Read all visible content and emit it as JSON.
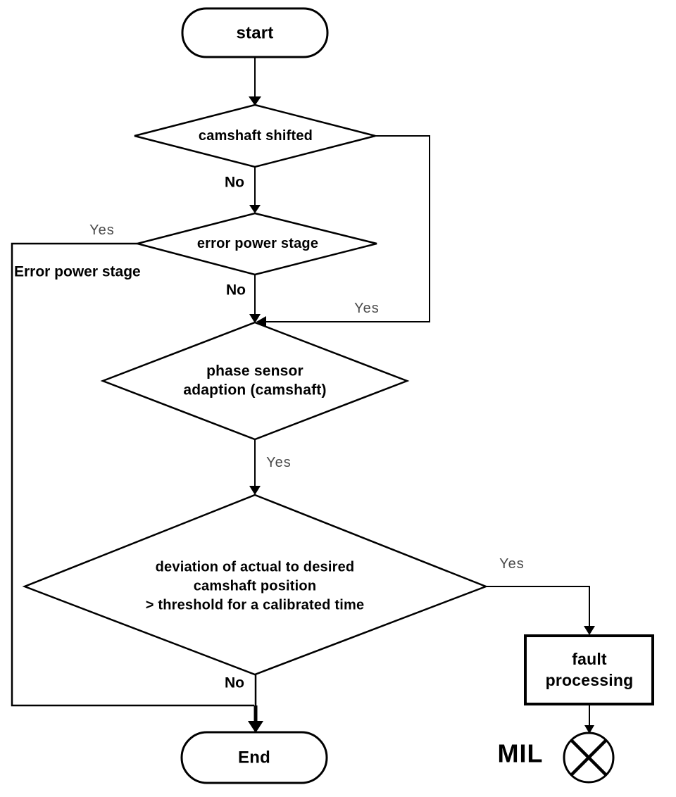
{
  "nodes": {
    "start": {
      "label": "start",
      "type": "terminator"
    },
    "camshaft_shifted": {
      "label": "camshaft shifted",
      "type": "decision"
    },
    "error_power_stage": {
      "label": "error power stage",
      "type": "decision"
    },
    "phase_sensor_adaption": {
      "label": "phase sensor\nadaption (camshaft)",
      "type": "decision"
    },
    "deviation_check": {
      "label": "deviation of actual to desired\ncamshaft position\n> threshold for a calibrated time",
      "type": "decision"
    },
    "fault_processing": {
      "label": "fault\nprocessing",
      "type": "process"
    },
    "end": {
      "label": "End",
      "type": "terminator"
    },
    "mil": {
      "label": "MIL",
      "type": "indicator-lamp"
    }
  },
  "edge_labels": {
    "camshaft_shifted_no": "No",
    "error_power_stage_yes": "Yes",
    "error_power_stage_note": "Error power stage",
    "error_power_stage_no": "No",
    "camshaft_shifted_yes": "Yes",
    "phase_sensor_yes": "Yes",
    "deviation_yes": "Yes",
    "deviation_no": "No"
  },
  "colors": {
    "line": "#000000",
    "background": "#ffffff",
    "yes_label": "#4a4a4a"
  }
}
